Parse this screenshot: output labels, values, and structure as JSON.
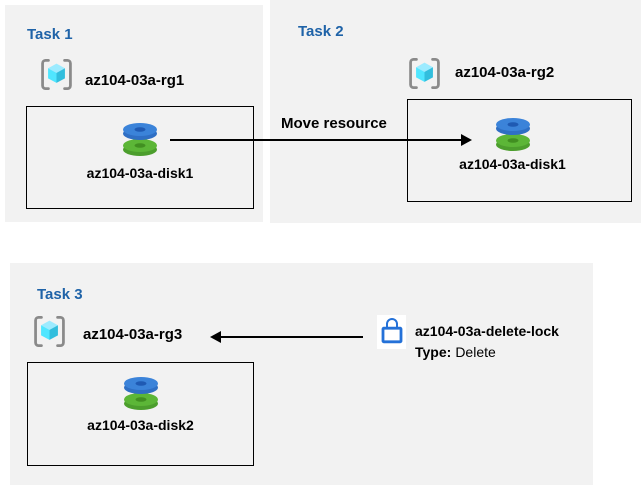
{
  "colors": {
    "page_background": "#ffffff",
    "panel_background": "#f2f2f2",
    "task_title_blue": "#1F63A8",
    "text_black": "#000000",
    "box_border": "#000000",
    "arrow_black": "#000000",
    "lock_blue": "#2471D8",
    "disk_blue_top": "#3B83D9",
    "disk_blue_side": "#2F6FC4",
    "disk_blue_hole": "#1F5AB3",
    "disk_green_top": "#5CB637",
    "disk_green_side": "#4C9E2D",
    "disk_green_hole": "#418F21",
    "rg_bracket_gray": "#8A8A8A",
    "rg_cube_top": "#9CEBFF",
    "rg_cube_left": "#50E6FF",
    "rg_cube_right": "#32BEDD"
  },
  "tasks": [
    {
      "title": "Task 1",
      "resource_group": "az104-03a-rg1",
      "resource": "az104-03a-disk1"
    },
    {
      "title": "Task 2",
      "resource_group": "az104-03a-rg2",
      "resource": "az104-03a-disk1"
    },
    {
      "title": "Task 3",
      "resource_group": "az104-03a-rg3",
      "resource": "az104-03a-disk2"
    }
  ],
  "move_arrow": {
    "label": "Move resource"
  },
  "delete_lock": {
    "name": "az104-03a-delete-lock",
    "type_label": "Type:",
    "type_value": "Delete"
  }
}
